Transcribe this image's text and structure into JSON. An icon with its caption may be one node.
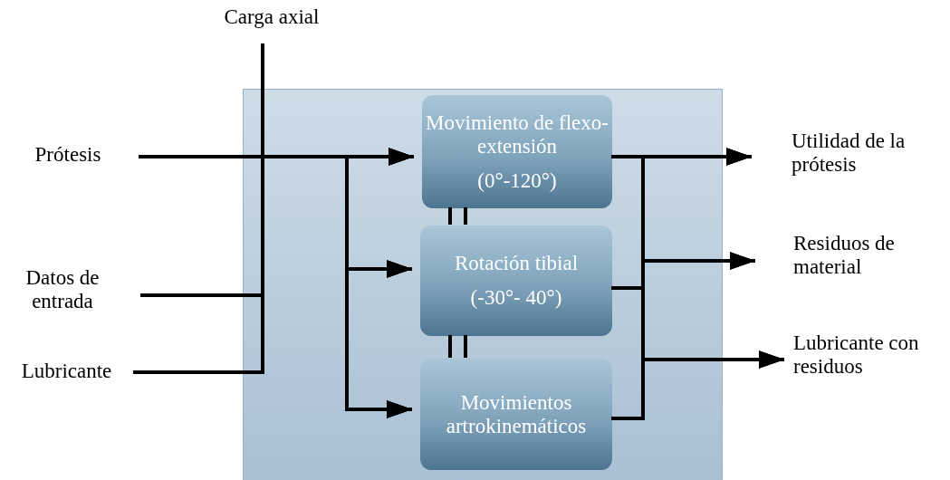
{
  "diagram": {
    "nodes": [
      {
        "text": [
          "Carga axial"
        ]
      },
      {
        "text": [
          "Prótesis"
        ]
      },
      {
        "text": [
          "Datos de entrada"
        ]
      },
      {
        "text": [
          "Lubricante"
        ]
      },
      {
        "text": [],
        "shape": "box"
      },
      {
        "text": [
          "Movimiento de flexo-extensión",
          "(0°-120°)"
        ],
        "in": 4
      },
      {
        "text": [
          "Rotación tibial",
          "(-30°- 40°)"
        ],
        "in": 4
      },
      {
        "text": [
          "Movimientos artrokinemáticos"
        ],
        "in": 4
      },
      {
        "text": [
          "Utilidad de la prótesis"
        ]
      },
      {
        "text": [
          "Residuos de material"
        ]
      },
      {
        "text": [
          "Lubricante con residuos"
        ]
      }
    ],
    "edges": [
      {
        "from": 0,
        "to": 5,
        "arrow": "to"
      },
      {
        "from": 0,
        "to": 6,
        "arrow": "to"
      },
      {
        "from": 0,
        "to": 7,
        "arrow": "to"
      },
      {
        "from": 1,
        "to": 5,
        "arrow": "to"
      },
      {
        "from": 1,
        "to": 6,
        "arrow": "to"
      },
      {
        "from": 1,
        "to": 7,
        "arrow": "to"
      },
      {
        "from": 2,
        "to": 5,
        "arrow": "to"
      },
      {
        "from": 2,
        "to": 6,
        "arrow": "to"
      },
      {
        "from": 2,
        "to": 7,
        "arrow": "to"
      },
      {
        "from": 3,
        "to": 5,
        "arrow": "to"
      },
      {
        "from": 3,
        "to": 6,
        "arrow": "to"
      },
      {
        "from": 3,
        "to": 7,
        "arrow": "to"
      },
      {
        "from": 5,
        "to": 6,
        "arrow": "none"
      },
      {
        "from": 6,
        "to": 7,
        "arrow": "none"
      },
      {
        "from": 5,
        "to": 8,
        "arrow": "to"
      },
      {
        "from": 5,
        "to": 9,
        "arrow": "to"
      },
      {
        "from": 5,
        "to": 10,
        "arrow": "to"
      },
      {
        "from": 6,
        "to": 8,
        "arrow": "to"
      },
      {
        "from": 6,
        "to": 9,
        "arrow": "to"
      },
      {
        "from": 6,
        "to": 10,
        "arrow": "to"
      },
      {
        "from": 7,
        "to": 8,
        "arrow": "to"
      },
      {
        "from": 7,
        "to": 9,
        "arrow": "to"
      },
      {
        "from": 7,
        "to": 10,
        "arrow": "to"
      }
    ]
  }
}
